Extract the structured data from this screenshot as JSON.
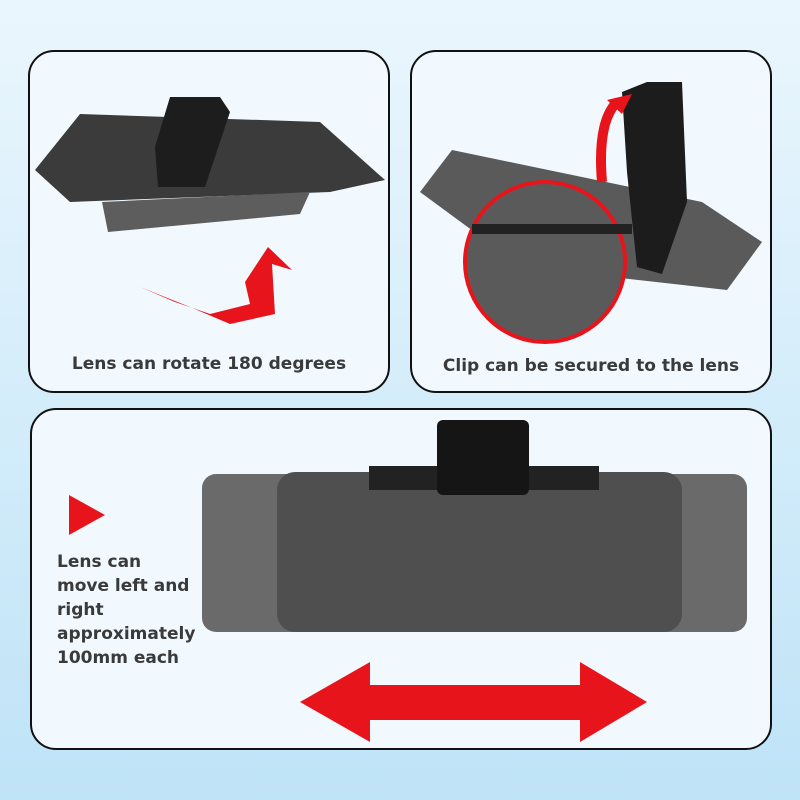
{
  "panels": [
    {
      "caption": "Lens can rotate 180 degrees"
    },
    {
      "caption": "Clip can be secured to the lens"
    },
    {
      "caption_lines": [
        "Lens can",
        "move left and",
        "right",
        "approximately",
        "100mm each"
      ]
    }
  ],
  "colors": {
    "accent": "#e8141b",
    "lens": "#4a4a4a",
    "border": "#111111"
  }
}
